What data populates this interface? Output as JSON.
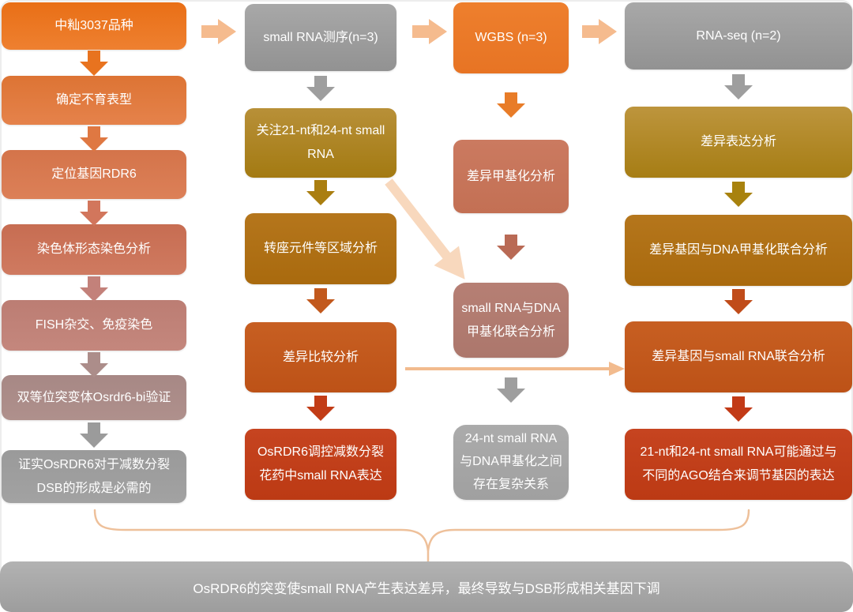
{
  "flowchart": {
    "columns": [
      {
        "name": "phenotype-genetics",
        "boxes": [
          {
            "label": "中籼3037品种"
          },
          {
            "label": "确定不育表型"
          },
          {
            "label": "定位基因RDR6"
          },
          {
            "label": "染色体形态染色分析"
          },
          {
            "label": "FISH杂交、免疫染色"
          },
          {
            "label": "双等位突变体Osrdr6-bi验证"
          },
          {
            "label": "证实OsRDR6对于减数分裂DSB的形成是必需的"
          }
        ]
      },
      {
        "name": "small-rna-sequencing",
        "boxes": [
          {
            "label": "small RNA测序(n=3)"
          },
          {
            "label": "关注21-nt和24-nt small RNA"
          },
          {
            "label": "转座元件等区域分析"
          },
          {
            "label": "差异比较分析"
          },
          {
            "label": "OsRDR6调控减数分裂花药中small RNA表达"
          }
        ]
      },
      {
        "name": "wgbs",
        "boxes": [
          {
            "label": "WGBS (n=3)"
          },
          {
            "label": "差异甲基化分析"
          },
          {
            "label": "small RNA与DNA甲基化联合分析"
          },
          {
            "label": "24-nt small RNA与DNA甲基化之间存在复杂关系"
          }
        ]
      },
      {
        "name": "rna-seq",
        "boxes": [
          {
            "label": "RNA-seq (n=2)"
          },
          {
            "label": "差异表达分析"
          },
          {
            "label": "差异基因与DNA甲基化联合分析"
          },
          {
            "label": "差异基因与small RNA联合分析"
          },
          {
            "label": "21-nt和24-nt small RNA可能通过与不同的AGO结合来调节基因的表达"
          }
        ]
      }
    ],
    "conclusion": "OsRDR6的突变使small RNA产生表达差异，最终导致与DSB形成相关基因下调",
    "colors": {
      "orange": "#e8731f",
      "peach_arrow": "#f5bb8e",
      "light_peach_arrow": "#f8d8bd",
      "gold": "#ab8420",
      "brown_orange": "#ae7015",
      "rust": "#c25a1e",
      "red": "#c23d16",
      "salmon": "#c8745c",
      "mauve": "#b17c72",
      "gray": "#9e9e9e"
    }
  }
}
